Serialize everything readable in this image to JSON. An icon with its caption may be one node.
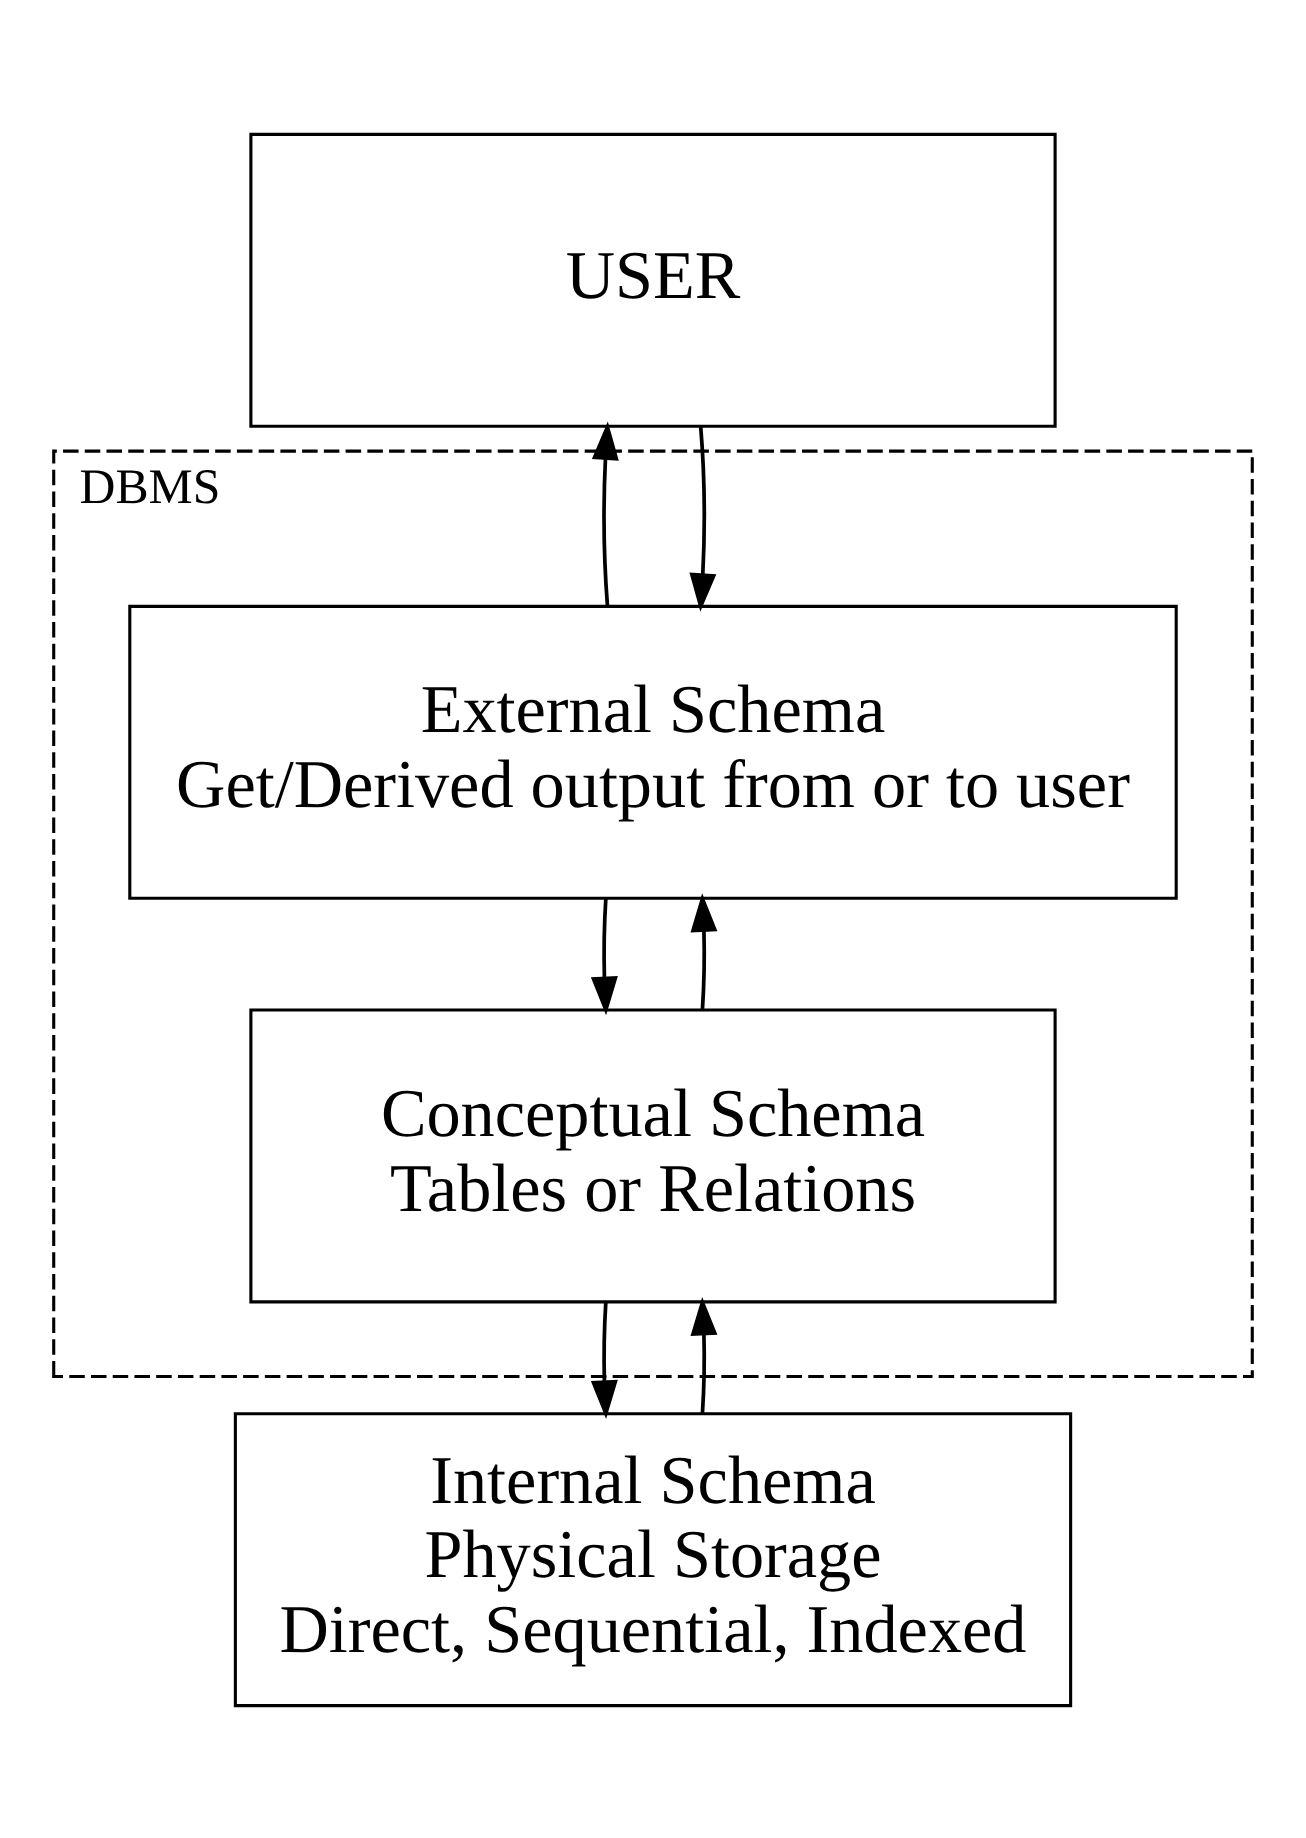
{
  "diagram": {
    "nodes": [
      {
        "text": [
          "USER"
        ]
      },
      {
        "text": [
          "DBMS"
        ]
      },
      {
        "text": [
          "External Schema",
          "Get/Derived output from or to user"
        ],
        "in": 1
      },
      {
        "text": [
          "Conceptual Schema",
          "Tables or Relations"
        ],
        "in": 1
      },
      {
        "text": [
          "Internal Schema",
          "Physical Storage",
          "Direct, Sequential, Indexed"
        ]
      }
    ],
    "edges": [
      {
        "from": 2,
        "to": 0,
        "arrow": "to"
      },
      {
        "from": 0,
        "to": 2,
        "arrow": "to"
      },
      {
        "from": 3,
        "to": 2,
        "arrow": "to"
      },
      {
        "from": 2,
        "to": 3,
        "arrow": "to"
      },
      {
        "from": 4,
        "to": 3,
        "arrow": "to"
      },
      {
        "from": 3,
        "to": 4,
        "arrow": "to"
      }
    ]
  }
}
